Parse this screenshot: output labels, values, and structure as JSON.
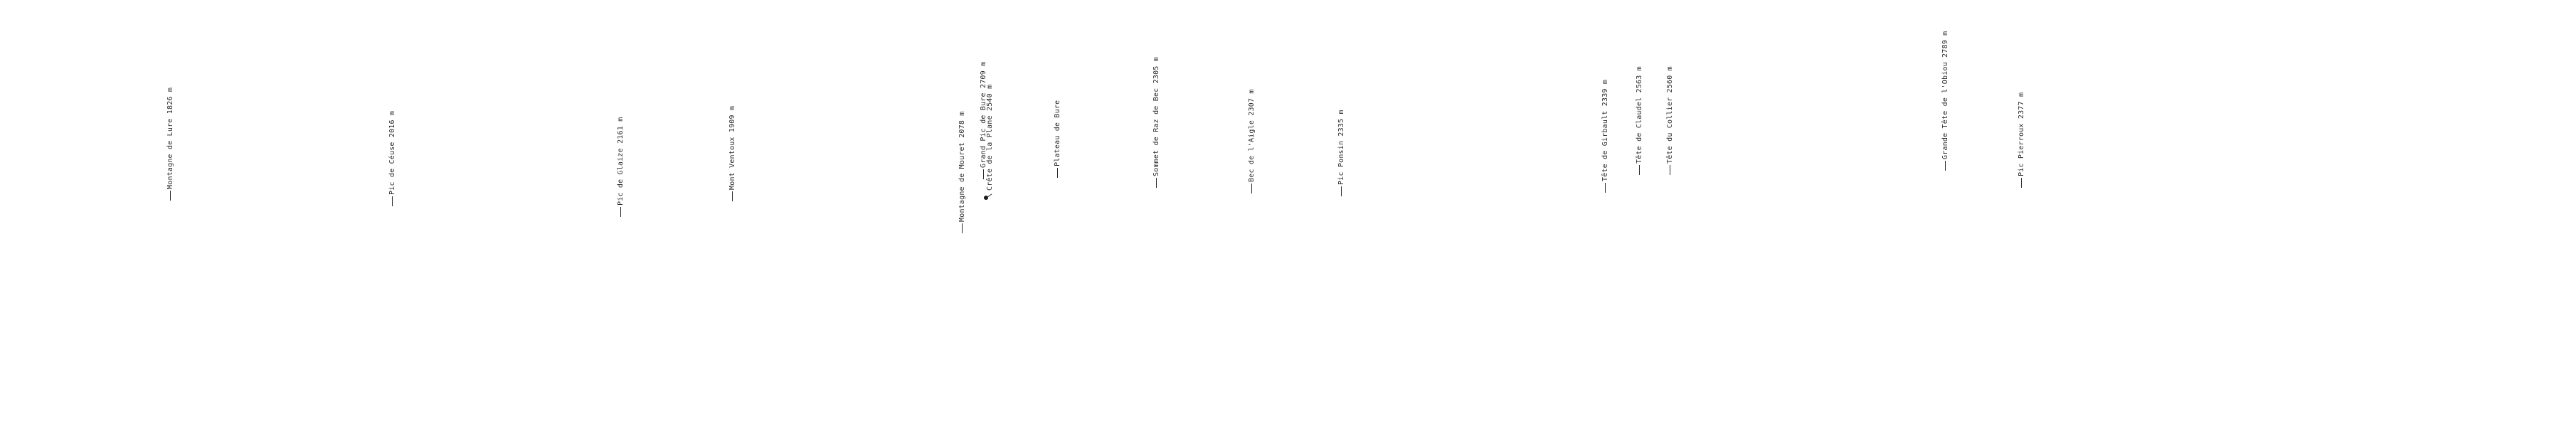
{
  "panorama": {
    "peaks": [
      {
        "label": "Montagne de Lure 1826 m"
      },
      {
        "label": "Pic de Céuse 2016 m"
      },
      {
        "label": "Pic de Glaize 2161 m"
      },
      {
        "label": "Mont Ventoux 1909 m"
      },
      {
        "label": "Montagne de Mouret 2078 m"
      },
      {
        "label": "Grand Pic de Bure 2709 m"
      },
      {
        "label": "Crête de la Plane 2540 m"
      },
      {
        "label": "Plateau de Bure"
      },
      {
        "label": "Sommet de Raz de Bec 2305 m"
      },
      {
        "label": "Bec de l'Aigle 2307 m"
      },
      {
        "label": "Pic Ponsin 2335 m"
      },
      {
        "label": "Tête de Girbault 2339 m"
      },
      {
        "label": "Tête de Claudel 2563 m"
      },
      {
        "label": "Tête du Collier 2560 m"
      },
      {
        "label": "Grande Tête de l'Obiou 2789 m"
      },
      {
        "label": "Pic Pierroux 2377 m"
      }
    ]
  }
}
